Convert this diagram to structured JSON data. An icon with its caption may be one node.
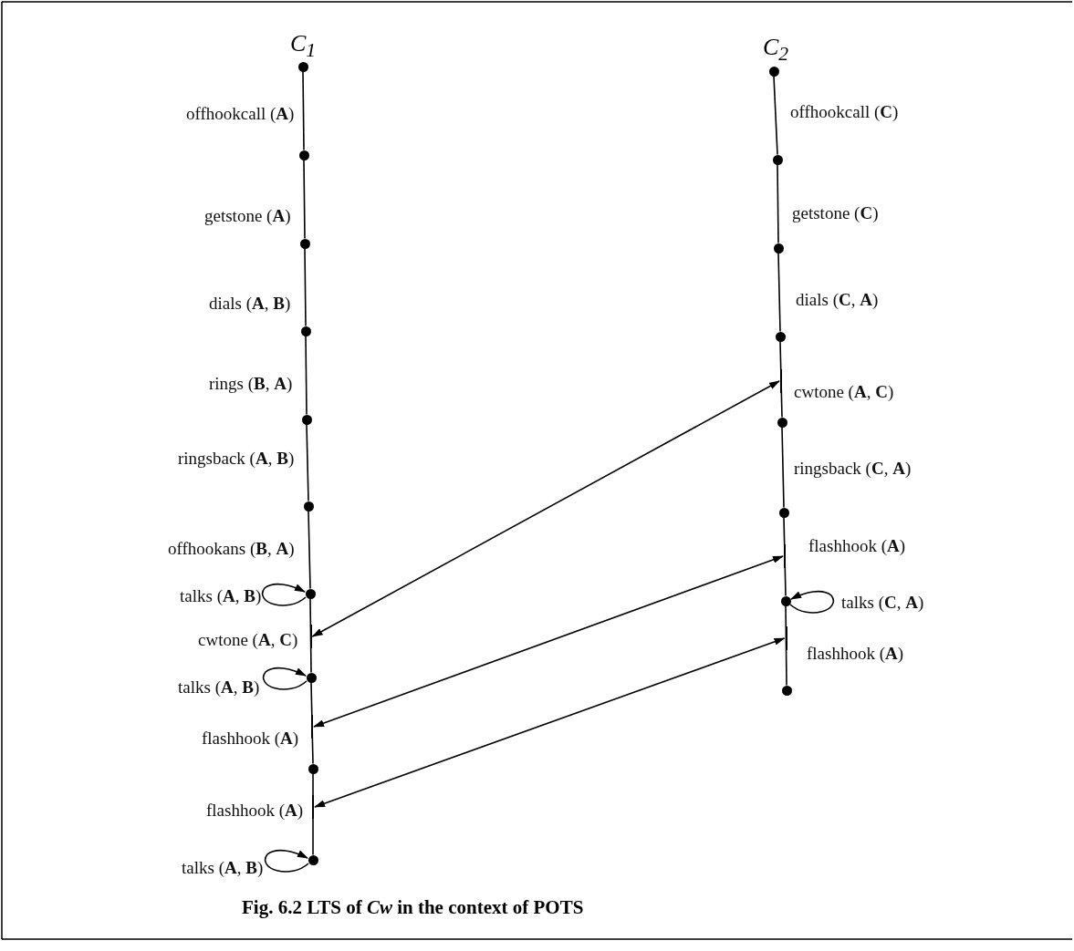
{
  "diagram": {
    "caption": "Fig. 6.2  LTS of *Cw* in the context of POTS",
    "nodes": [
      {
        "text": [],
        "shape": "circle"
      },
      {
        "text": [],
        "shape": "circle"
      },
      {
        "text": [],
        "shape": "circle"
      },
      {
        "text": [],
        "shape": "circle"
      },
      {
        "text": [],
        "shape": "circle"
      },
      {
        "text": [],
        "shape": "circle"
      },
      {
        "text": [],
        "shape": "circle"
      },
      {
        "text": [],
        "shape": "circle"
      },
      {
        "text": [],
        "shape": "circle"
      },
      {
        "text": [],
        "shape": "circle"
      },
      {
        "text": [],
        "shape": "circle"
      },
      {
        "text": [],
        "shape": "circle"
      },
      {
        "text": [],
        "shape": "circle"
      },
      {
        "text": [],
        "shape": "circle"
      },
      {
        "text": [],
        "shape": "circle"
      },
      {
        "text": [],
        "shape": "circle"
      },
      {
        "text": [],
        "shape": "circle"
      },
      {
        "text": [],
        "shape": "circle"
      },
      {
        "text": [],
        "shape": "line"
      },
      {
        "text": [],
        "shape": "line"
      },
      {
        "text": [],
        "shape": "line"
      },
      {
        "text": [],
        "shape": "line"
      },
      {
        "text": [],
        "shape": "line"
      },
      {
        "text": [],
        "shape": "line"
      }
    ],
    "edges": [
      {
        "from": 0,
        "to": 1,
        "arrow": "none",
        "label": "offhookcall (**A**)"
      },
      {
        "from": 1,
        "to": 2,
        "arrow": "none",
        "label": "getstone (**A**)"
      },
      {
        "from": 2,
        "to": 3,
        "arrow": "none",
        "label": "dials (**A**, **B**)"
      },
      {
        "from": 3,
        "to": 4,
        "arrow": "none",
        "label": "rings (**B**, **A**)"
      },
      {
        "from": 4,
        "to": 5,
        "arrow": "none",
        "label": "ringsback (**A**, **B**)"
      },
      {
        "from": 5,
        "to": 6,
        "arrow": "none",
        "label": "offhookans (**B**, **A**)"
      },
      {
        "from": 6,
        "to": 6,
        "arrow": "to",
        "label": "talks (**A**, **B**)"
      },
      {
        "from": 6,
        "to": 7,
        "arrow": "none",
        "label": "cwtone (**A**, **C**)"
      },
      {
        "from": 7,
        "to": 7,
        "arrow": "to",
        "label": "talks (**A**, **B**)"
      },
      {
        "from": 7,
        "to": 8,
        "arrow": "none",
        "label": "flashhook (**A**)"
      },
      {
        "from": 8,
        "to": 9,
        "arrow": "none",
        "label": "flashhook (**A**)"
      },
      {
        "from": 9,
        "to": 9,
        "arrow": "to",
        "label": "talks (**A**, **B**)"
      },
      {
        "from": 10,
        "to": 11,
        "arrow": "none",
        "label": "offhookcall (**C**)"
      },
      {
        "from": 11,
        "to": 12,
        "arrow": "none",
        "label": "getstone (**C**)"
      },
      {
        "from": 12,
        "to": 13,
        "arrow": "none",
        "label": "dials (**C**, **A**)"
      },
      {
        "from": 13,
        "to": 14,
        "arrow": "none",
        "label": "cwtone (**A**, **C**)"
      },
      {
        "from": 14,
        "to": 15,
        "arrow": "none",
        "label": "ringsback (**C**, **A**)"
      },
      {
        "from": 15,
        "to": 16,
        "arrow": "none",
        "label": "flashhook (**A**)"
      },
      {
        "from": 16,
        "to": 16,
        "arrow": "to",
        "label": "talks (**C**, **A**)"
      },
      {
        "from": 16,
        "to": 17,
        "arrow": "none",
        "label": "flashhook (**A**)"
      },
      {
        "from": 19,
        "to": 18,
        "arrow": "both"
      },
      {
        "from": 21,
        "to": 20,
        "arrow": "both"
      },
      {
        "from": 23,
        "to": 22,
        "arrow": "both"
      }
    ],
    "labels": [
      "C$_{1}$",
      "C$_{2}$"
    ]
  }
}
